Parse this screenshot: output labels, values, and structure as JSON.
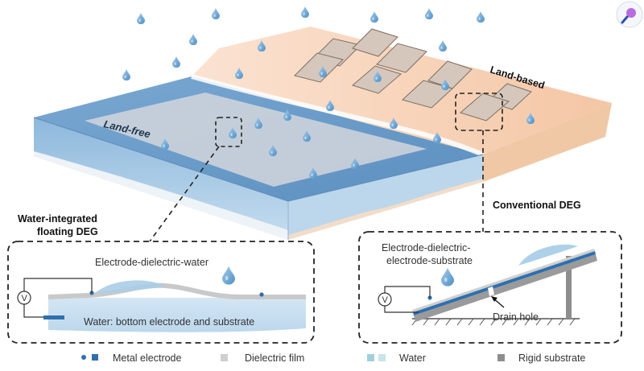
{
  "scene": {
    "land_free_label": "Land-free",
    "land_based_label": "Land-based"
  },
  "callouts": {
    "floating_title_line1": "Water-integrated",
    "floating_title_line2": "floating DEG",
    "conventional_title": "Conventional DEG"
  },
  "left_panel": {
    "structure_label": "Electrode-dielectric-water",
    "bottom_label": "Water: bottom electrode and substrate",
    "meter_symbol": "V"
  },
  "right_panel": {
    "structure_label_line1": "Electrode-dielectric-",
    "structure_label_line2": "electrode-substrate",
    "drain_label": "Drain hole",
    "meter_symbol": "V"
  },
  "legend": {
    "items": [
      {
        "label": "Metal electrode"
      },
      {
        "label": "Dielectric film"
      },
      {
        "label": "Water"
      },
      {
        "label": "Rigid substrate"
      }
    ]
  },
  "colors": {
    "water_blue": "#6fa0cc",
    "land_peach": "#f6cfb0",
    "electrode_blue": "#2f6fae",
    "dielectric_gray": "#cfcfcf",
    "rigid_gray": "#8e8e8e"
  },
  "icons": [
    "raindrop-icon",
    "voltmeter-icon",
    "magnifier-app-icon"
  ]
}
